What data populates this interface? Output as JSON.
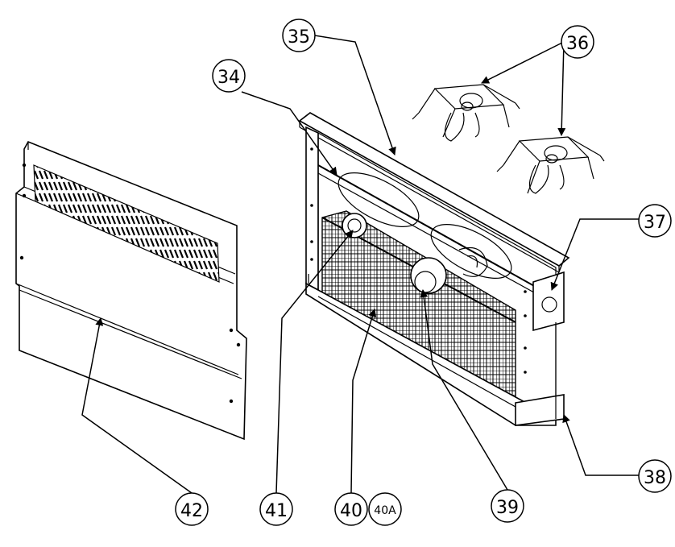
{
  "callouts": {
    "c34": "34",
    "c35": "35",
    "c36": "36",
    "c37": "37",
    "c38": "38",
    "c39": "39",
    "c40": "40",
    "c40a": "40A",
    "c41": "41",
    "c42": "42"
  },
  "colors": {
    "ink": "#000000",
    "paper": "#ffffff"
  }
}
